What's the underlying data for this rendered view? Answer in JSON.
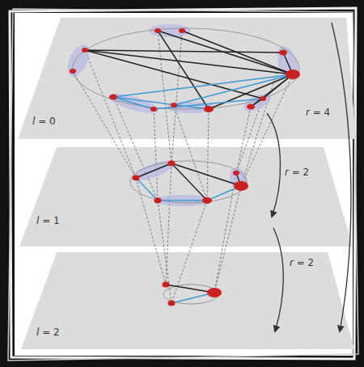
{
  "diagram": {
    "labels": [
      "l = 0",
      "l = 1",
      "l = 2",
      "r = 4",
      "r = 2",
      "r = 2"
    ]
  }
}
